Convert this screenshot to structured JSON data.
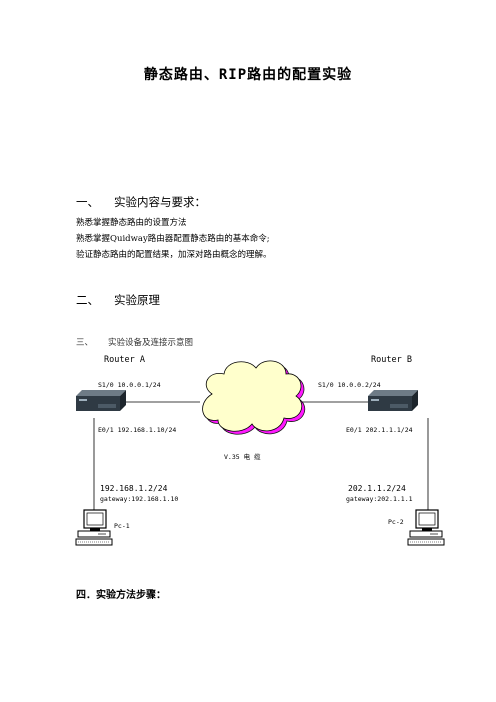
{
  "title": "静态路由、RIP路由的配置实验",
  "section1": {
    "number": "一、",
    "heading": "实验内容与要求：",
    "lines": [
      "熟悉掌握静态路由的设置方法",
      "熟悉掌握Quidway路由器配置静态路由的基本命令;",
      "验证静态路由的配置结果，加深对路由概念的理解。"
    ]
  },
  "section2": {
    "number": "二、",
    "heading": "实验原理"
  },
  "section3": {
    "number": "三、",
    "heading": "实验设备及连接示意图"
  },
  "diagram": {
    "router_a": {
      "name": "Router A",
      "s_port": "S1/0 10.0.0.1/24",
      "e_port": "E0/1 192.168.1.10/24"
    },
    "router_b": {
      "name": "Router B",
      "s_port": "S1/0 10.0.0.2/24",
      "e_port": "E0/1 202.1.1.1/24"
    },
    "cable_label": "V.35  电  缆",
    "pc1": {
      "ip": "192.168.1.2/24",
      "gateway": "gateway:192.168.1.10",
      "name": "Pc-1"
    },
    "pc2": {
      "ip": "202.1.1.2/24",
      "gateway": "gateway:202.1.1.1",
      "name": "Pc-2"
    }
  },
  "section4": {
    "heading": "四．实验方法步骤："
  }
}
